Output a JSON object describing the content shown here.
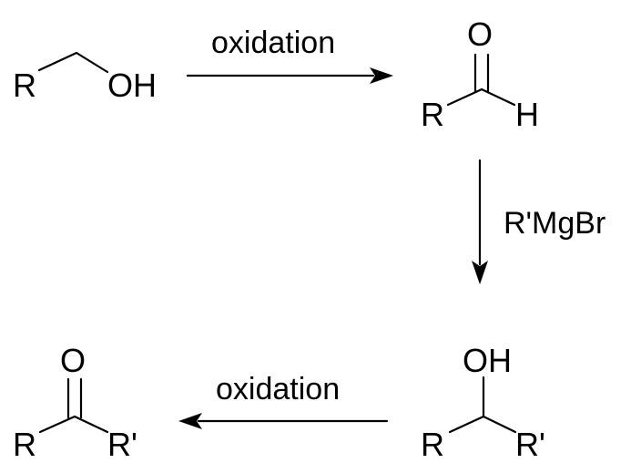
{
  "colors": {
    "ink": "#000000",
    "background": "#ffffff"
  },
  "molecules": {
    "primary_alcohol": {
      "r_label": "R",
      "oh_label": "OH"
    },
    "aldehyde": {
      "o_label": "O",
      "r_label": "R",
      "h_label": "H"
    },
    "secondary_alcohol": {
      "oh_label": "OH",
      "r_label": "R",
      "r_prime_label": "R'"
    },
    "ketone": {
      "o_label": "O",
      "r_label": "R",
      "r_prime_label": "R'"
    }
  },
  "reactions": {
    "step1_label": "oxidation",
    "step2_label": "R'MgBr",
    "step3_label": "oxidation"
  }
}
